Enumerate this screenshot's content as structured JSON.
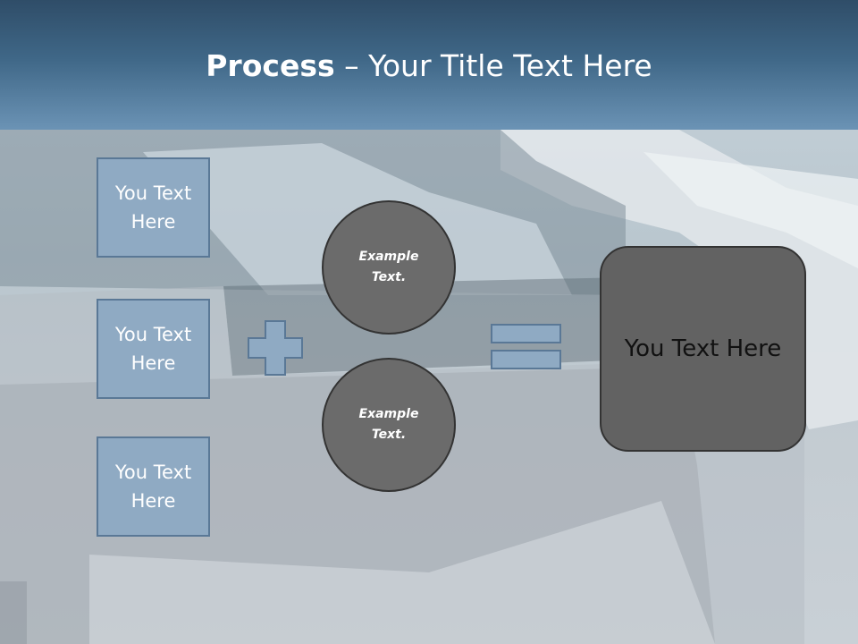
{
  "header": {
    "title_bold": "Process",
    "title_rest": " – Your Title Text Here"
  },
  "inputs": [
    {
      "label": "You Text Here"
    },
    {
      "label": "You Text Here"
    },
    {
      "label": "You Text Here"
    }
  ],
  "examples": [
    {
      "label": "Example Text."
    },
    {
      "label": "Example Text."
    }
  ],
  "operators": {
    "plus": "plus-icon",
    "equals": "equals-icon"
  },
  "result": {
    "label": "You Text Here"
  },
  "colors": {
    "header": "#3f6787",
    "box_fill": "#8faac3",
    "box_border": "#5a7896",
    "circle_fill": "#6b6b6b",
    "result_fill": "#626262"
  }
}
